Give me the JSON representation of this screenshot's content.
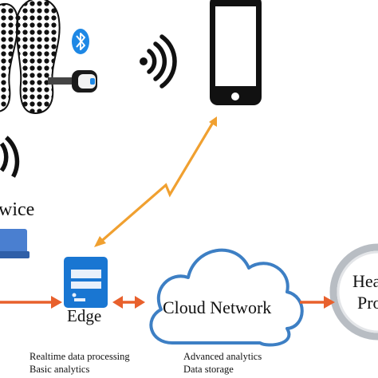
{
  "labels": {
    "device": "wice",
    "edge": "Edge",
    "cloud": "Cloud Network",
    "provider_line1": "Hea",
    "provider_line2": "Pro"
  },
  "edge_desc": [
    "Realtime data processing",
    "Basic analytics"
  ],
  "cloud_desc": [
    "Advanced analytics",
    "Data storage"
  ],
  "icons": [
    "shoe-insole-icon",
    "bluetooth-icon",
    "wireless-signal-icon",
    "smartphone-icon",
    "lightning-link-icon",
    "laptop-icon",
    "edge-server-icon",
    "cloud-icon",
    "provider-ring-icon"
  ],
  "colors": {
    "bluetooth": "#1e88e5",
    "lightning": "#f0a030",
    "arrows": "#e8602c",
    "server": "#1976d2",
    "cloud_stroke": "#3d7fc4",
    "ring": "#9aa0a6"
  }
}
